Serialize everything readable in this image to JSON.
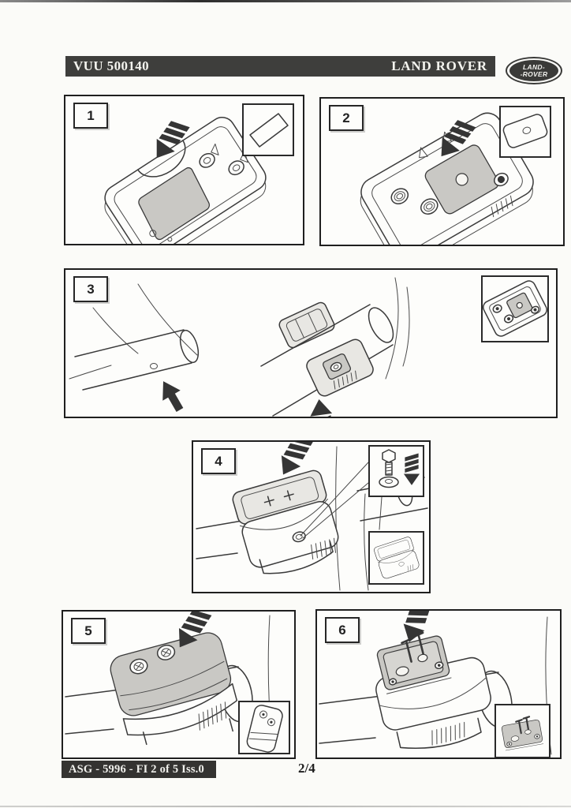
{
  "header": {
    "part_number": "VUU 500140",
    "brand_name": "LAND ROVER",
    "logo_top": "LAND-",
    "logo_bottom": "-ROVER"
  },
  "panels": [
    {
      "number": "1"
    },
    {
      "number": "2"
    },
    {
      "number": "3"
    },
    {
      "number": "4"
    },
    {
      "number": "5"
    },
    {
      "number": "6"
    }
  ],
  "footer": {
    "doc_ref": "ASG - 5996 - FI 2 of 5 Iss.0",
    "page_indicator": "2/4"
  },
  "colors": {
    "header_bar": "#3e3e3c",
    "footer_bar": "#343331",
    "logo_fill": "#3a3a38",
    "shade_fill": "#c9c8c4",
    "line": "#3a3a3a",
    "page_bg": "#fbfbf8"
  }
}
